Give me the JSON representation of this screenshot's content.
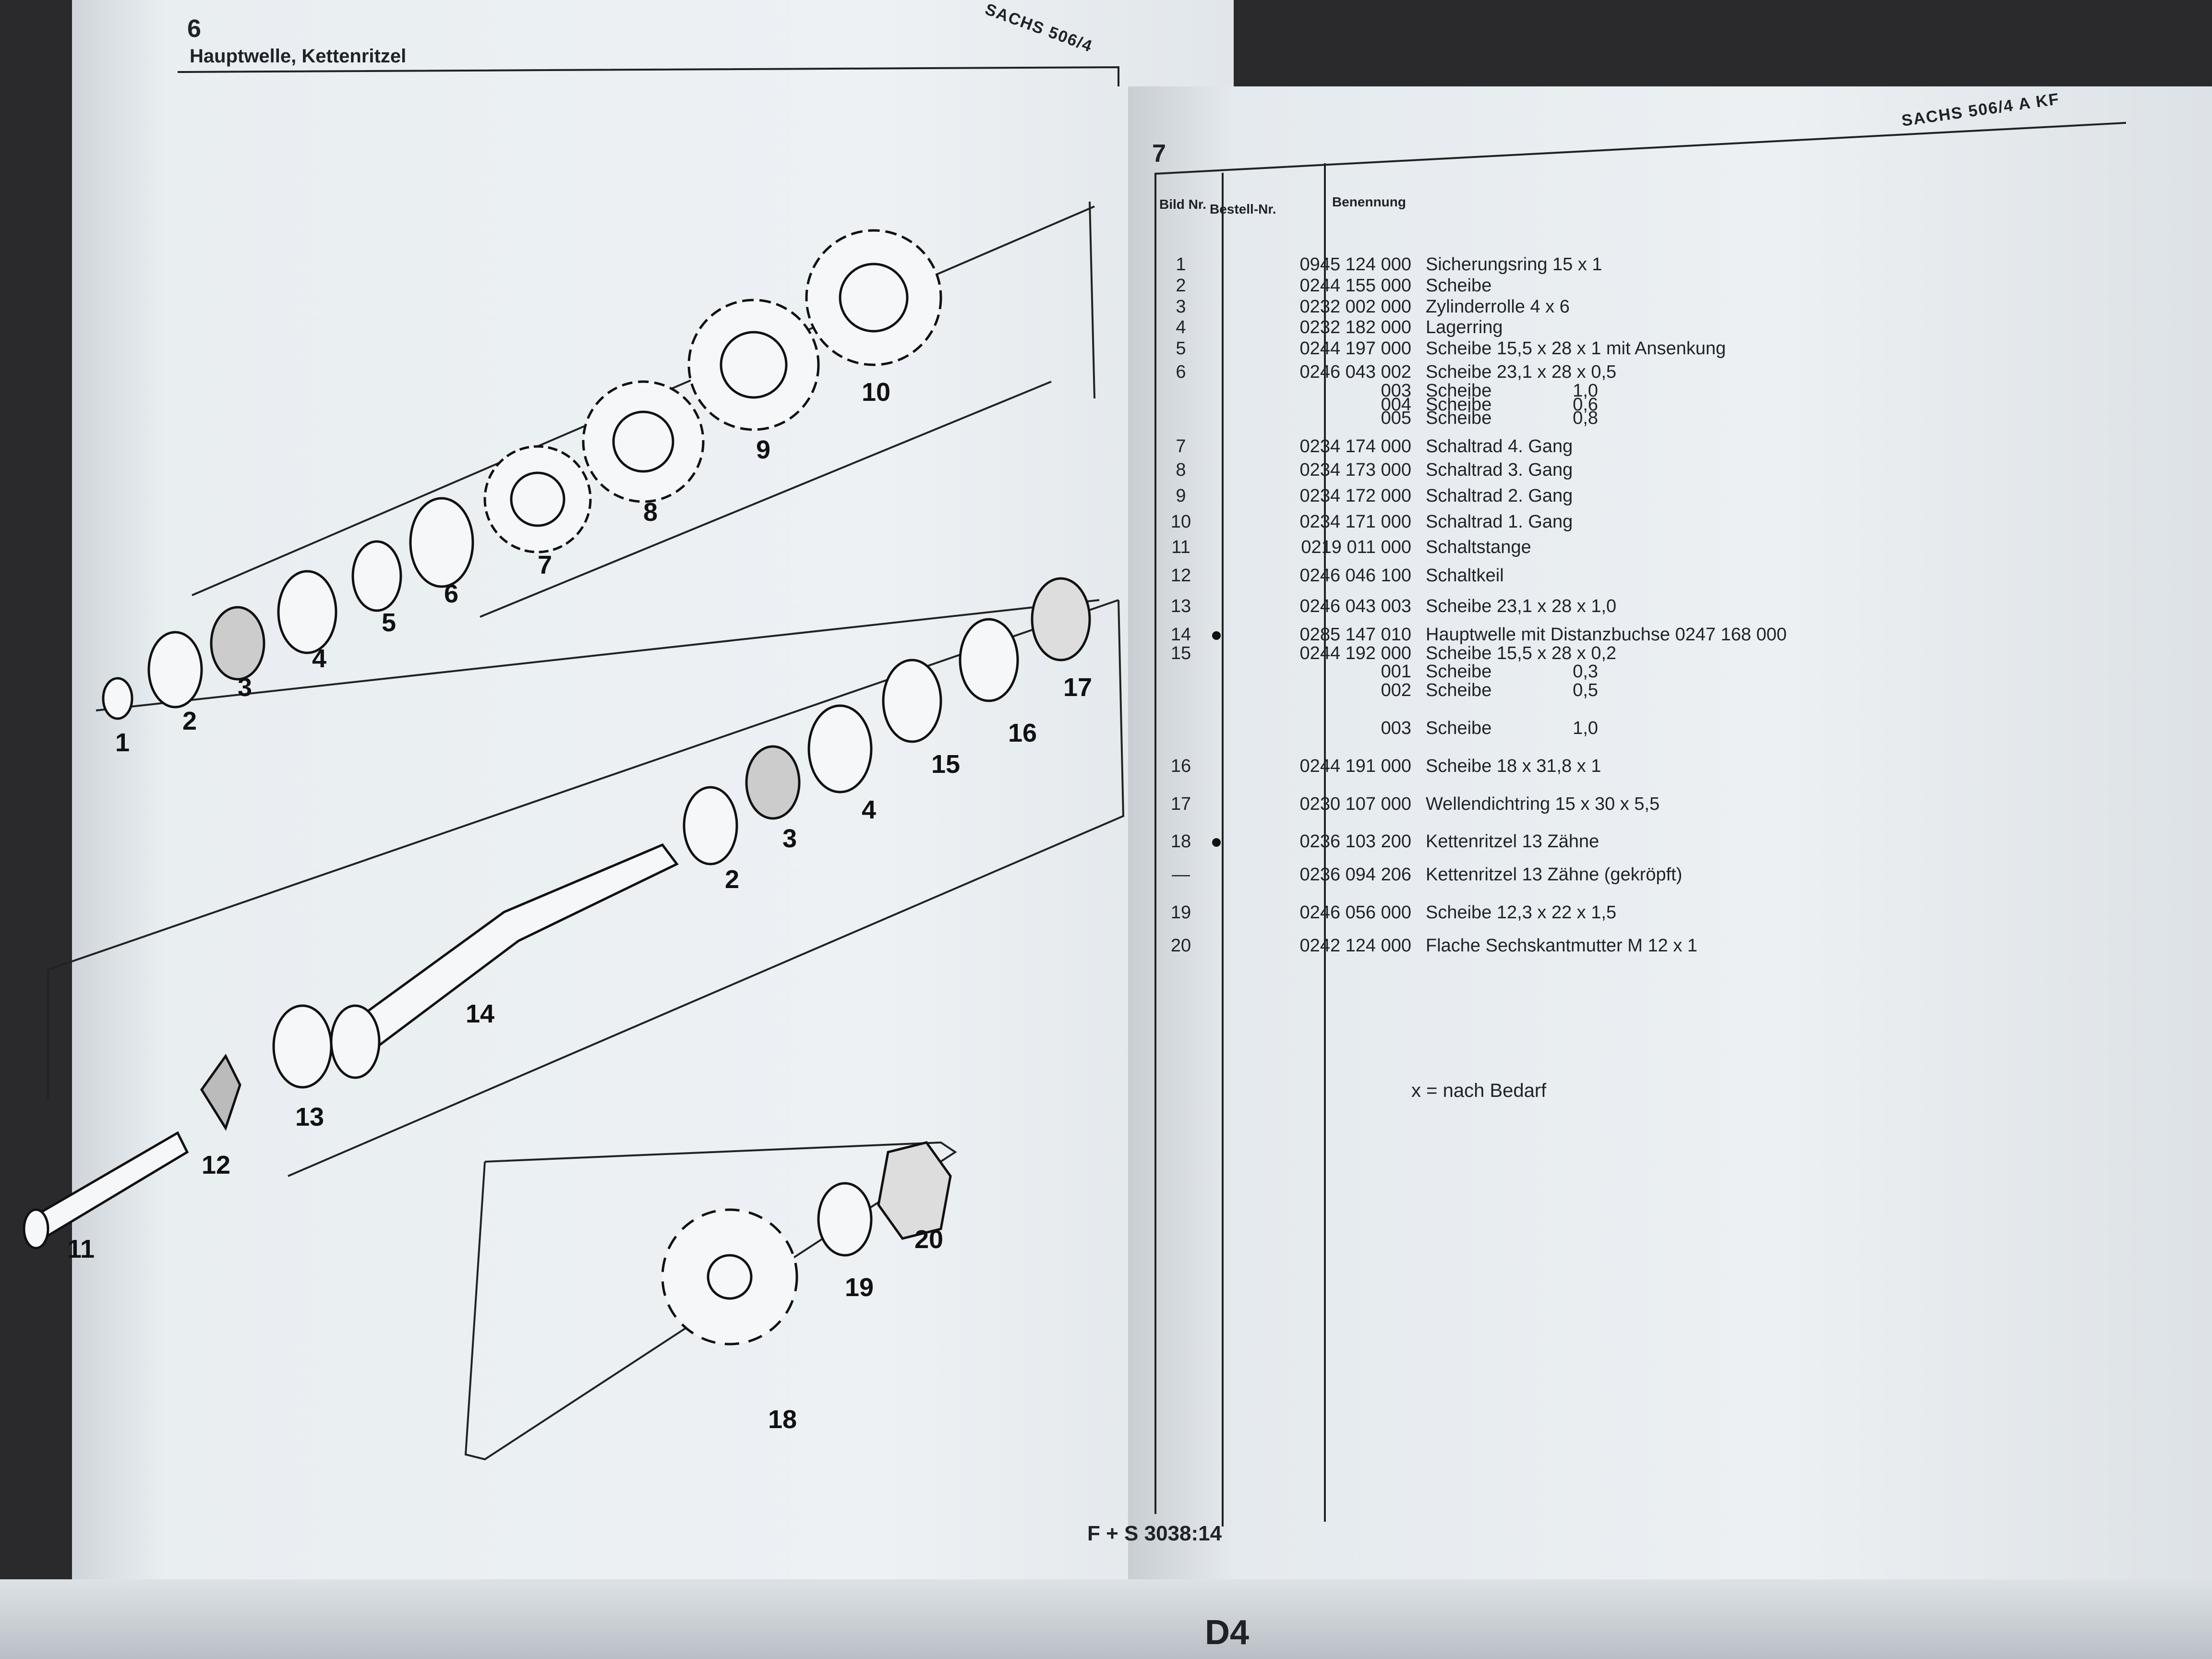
{
  "left_page": {
    "page_number": "6",
    "title": "Hauptwelle, Kettenritzel",
    "header_fragment": "SACHS 506/4",
    "footer_code": "F + S 3038:14",
    "part_labels": [
      "1",
      "2",
      "3",
      "4",
      "5",
      "6",
      "7",
      "8",
      "9",
      "10",
      "17",
      "16",
      "15",
      "4",
      "3",
      "2",
      "14",
      "13",
      "12",
      "11",
      "18",
      "19",
      "20"
    ]
  },
  "right_page": {
    "page_number": "7",
    "brand": "SACHS 506/4 A KF",
    "columns": {
      "bild": "Bild Nr.",
      "bestell": "Bestell-Nr.",
      "benennung": "Benennung"
    },
    "rows": [
      {
        "no": "1",
        "order": "0945 124 000",
        "name": "Sicherungsring 15 x 1",
        "bullet": false
      },
      {
        "no": "2",
        "order": "0244 155 000",
        "name": "Scheibe",
        "bullet": false
      },
      {
        "no": "3",
        "order": "0232 002 000",
        "name": "Zylinderrolle 4 x 6",
        "bullet": false
      },
      {
        "no": "4",
        "order": "0232 182 000",
        "name": "Lagerring",
        "bullet": false
      },
      {
        "no": "5",
        "order": "0244 197 000",
        "name": "Scheibe 15,5 x 28 x 1 mit Ansenkung",
        "bullet": false
      },
      {
        "no": "6",
        "order": "0246 043 002",
        "name": "Scheibe 23,1 x 28 x 0,5",
        "bullet": false
      },
      {
        "no": "",
        "order": "003",
        "name": "Scheibe                1,0",
        "bullet": false
      },
      {
        "no": "",
        "order": "004",
        "name": "Scheibe                0,6",
        "bullet": false
      },
      {
        "no": "",
        "order": "005",
        "name": "Scheibe                0,8",
        "bullet": false
      },
      {
        "no": "7",
        "order": "0234 174 000",
        "name": "Schaltrad 4. Gang",
        "bullet": false
      },
      {
        "no": "8",
        "order": "0234 173 000",
        "name": "Schaltrad 3. Gang",
        "bullet": false
      },
      {
        "no": "9",
        "order": "0234 172 000",
        "name": "Schaltrad 2. Gang",
        "bullet": false
      },
      {
        "no": "10",
        "order": "0234 171 000",
        "name": "Schaltrad 1. Gang",
        "bullet": false
      },
      {
        "no": "11",
        "order": "0219 011 000",
        "name": "Schaltstange",
        "bullet": false
      },
      {
        "no": "12",
        "order": "0246 046 100",
        "name": "Schaltkeil",
        "bullet": false
      },
      {
        "no": "13",
        "order": "0246 043 003",
        "name": "Scheibe 23,1 x 28 x 1,0",
        "bullet": false
      },
      {
        "no": "14",
        "order": "0285 147 010",
        "name": "Hauptwelle mit Distanzbuchse 0247 168 000",
        "bullet": true
      },
      {
        "no": "15",
        "order": "0244 192 000",
        "name": "Scheibe 15,5 x 28 x 0,2",
        "bullet": false
      },
      {
        "no": "",
        "order": "001",
        "name": "Scheibe                0,3",
        "bullet": false
      },
      {
        "no": "",
        "order": "002",
        "name": "Scheibe                0,5",
        "bullet": false
      },
      {
        "no": "",
        "order": "003",
        "name": "Scheibe                1,0",
        "bullet": false
      },
      {
        "no": "16",
        "order": "0244 191 000",
        "name": "Scheibe 18 x 31,8 x 1",
        "bullet": false
      },
      {
        "no": "17",
        "order": "0230 107 000",
        "name": "Wellendichtring 15 x 30 x 5,5",
        "bullet": false
      },
      {
        "no": "18",
        "order": "0236 103 200",
        "name": "Kettenritzel 13 Zähne",
        "bullet": true
      },
      {
        "no": "—",
        "order": "0236 094 206",
        "name": "Kettenritzel 13 Zähne (gekröpft)",
        "bullet": false
      },
      {
        "no": "19",
        "order": "0246 056 000",
        "name": "Scheibe 12,3 x 22 x 1,5",
        "bullet": false
      },
      {
        "no": "20",
        "order": "0242 124 000",
        "name": "Flache Sechskantmutter M 12 x 1",
        "bullet": false
      }
    ],
    "note": "x = nach Bedarf"
  },
  "bottom_label": "D4"
}
